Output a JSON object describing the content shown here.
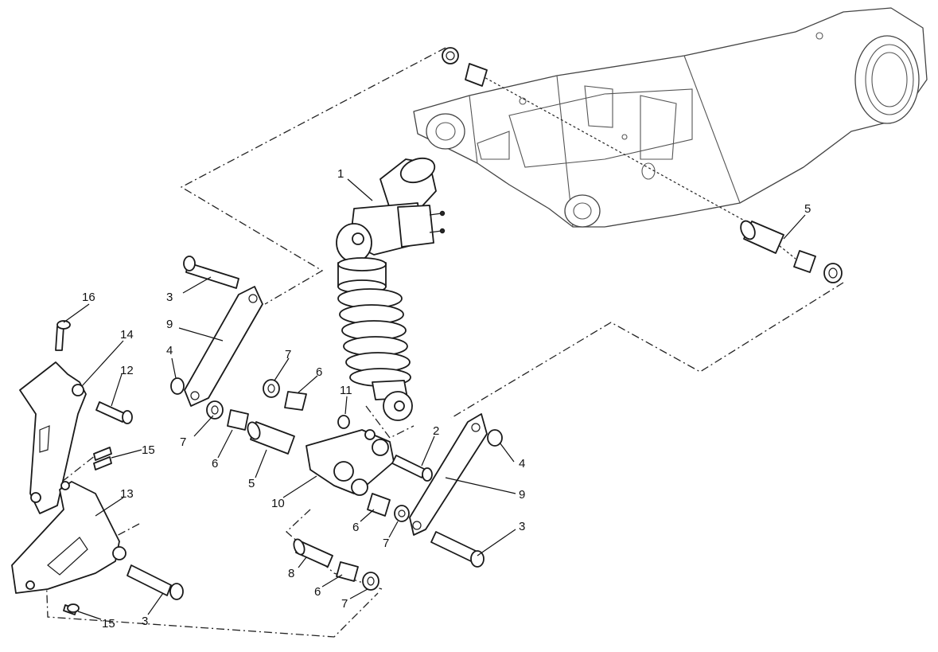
{
  "callouts": {
    "c1": "1",
    "c2": "2",
    "c3a": "3",
    "c3b": "3",
    "c3c": "3",
    "c4a": "4",
    "c4b": "4",
    "c5a": "5",
    "c5b": "5",
    "c6a": "6",
    "c6b": "6",
    "c6c": "6",
    "c6d": "6",
    "c7a": "7",
    "c7b": "7",
    "c7c": "7",
    "c7d": "7",
    "c8": "8",
    "c9a": "9",
    "c9b": "9",
    "c10": "10",
    "c11": "11",
    "c12": "12",
    "c13": "13",
    "c14": "14",
    "c15a": "15",
    "c15b": "15",
    "c16": "16"
  }
}
